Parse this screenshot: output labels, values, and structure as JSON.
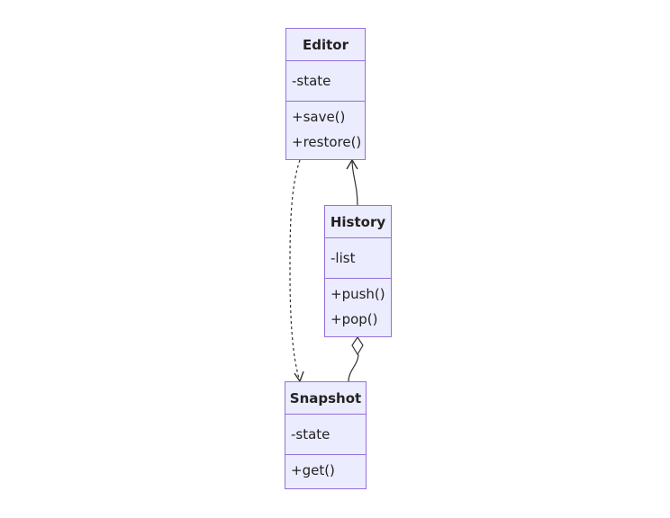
{
  "diagram": {
    "type": "uml-class",
    "colors": {
      "fill": "#ECECFF",
      "stroke": "#9370DB",
      "text": "#222222",
      "edge": "#333333"
    },
    "classes": {
      "editor": {
        "name": "Editor",
        "attributes": [
          "-state"
        ],
        "methods": [
          "+save()",
          "+restore()"
        ]
      },
      "history": {
        "name": "History",
        "attributes": [
          "-list"
        ],
        "methods": [
          "+push()",
          "+pop()"
        ]
      },
      "snapshot": {
        "name": "Snapshot",
        "attributes": [
          "-state"
        ],
        "methods": [
          "+get()"
        ]
      }
    },
    "relations": [
      {
        "from": "History",
        "to": "Editor",
        "kind": "association",
        "line": "solid",
        "end": "open-arrow"
      },
      {
        "from": "Editor",
        "to": "Snapshot",
        "kind": "dependency",
        "line": "dashed",
        "end": "open-arrow"
      },
      {
        "from": "History",
        "to": "Snapshot",
        "kind": "aggregation",
        "line": "solid",
        "end": "hollow-diamond"
      }
    ]
  }
}
